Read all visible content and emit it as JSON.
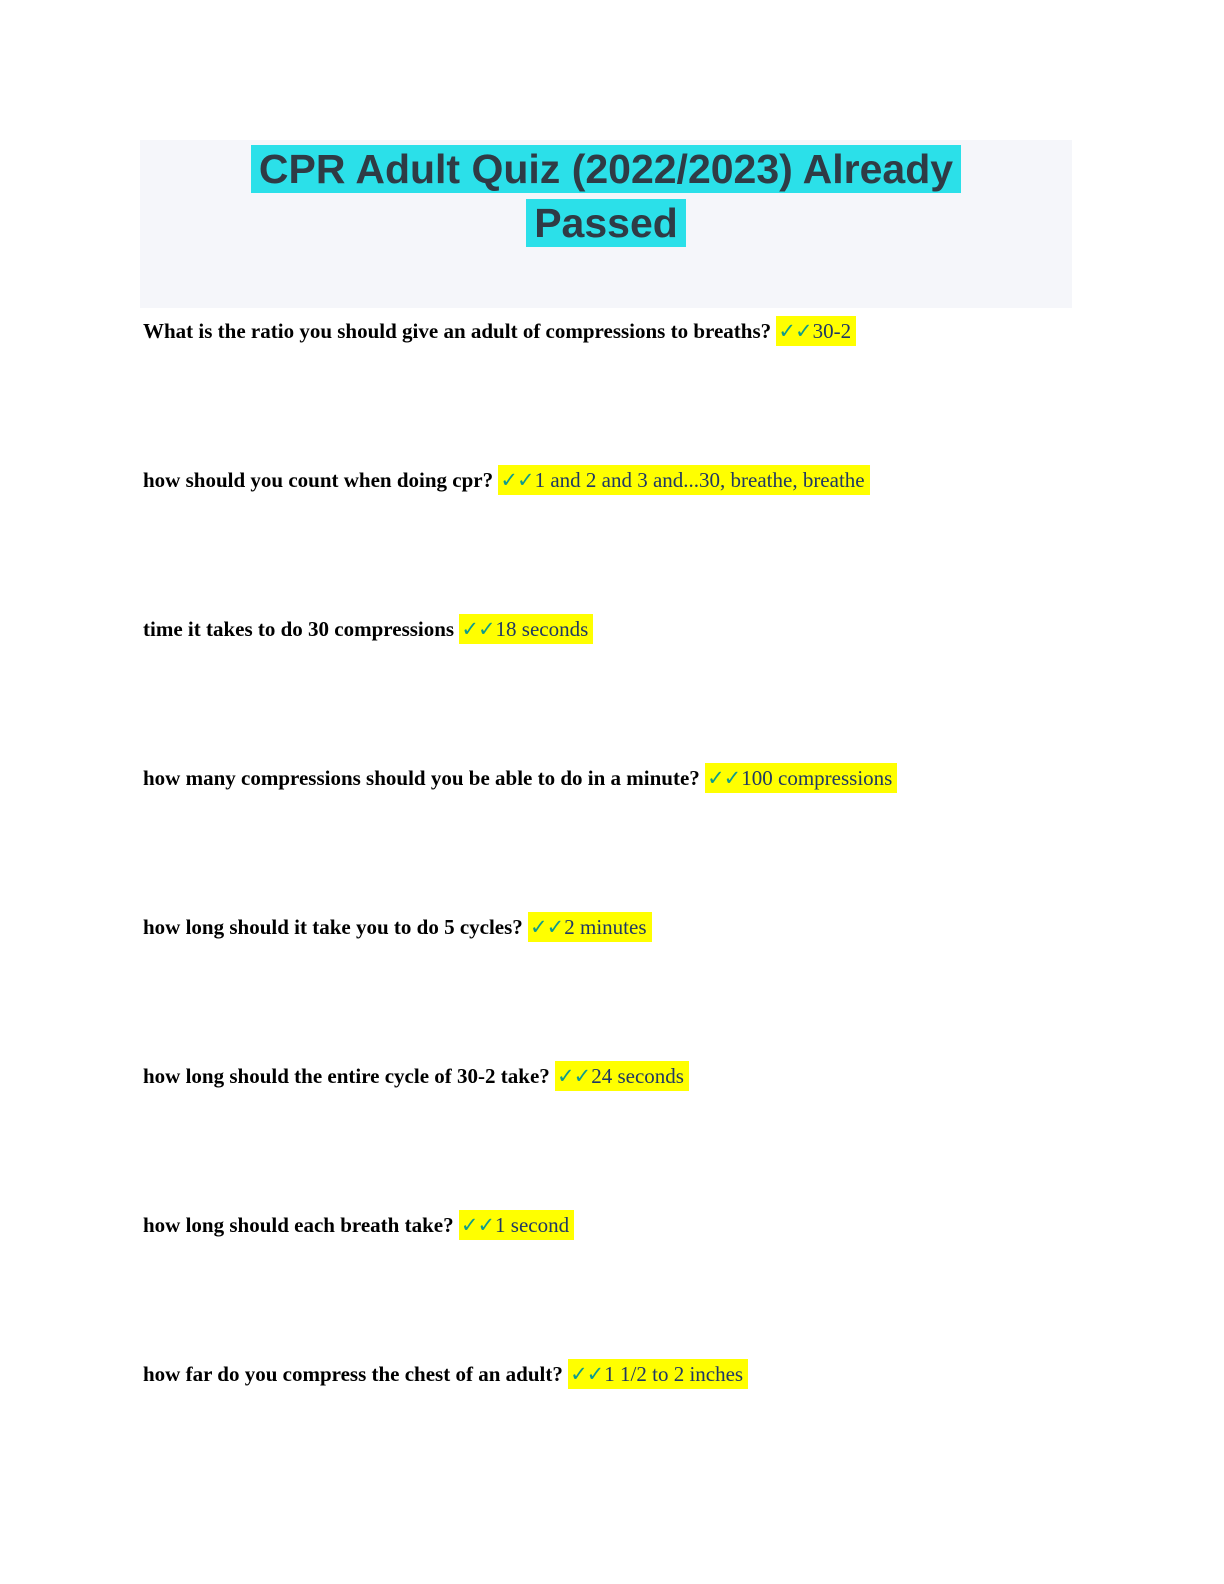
{
  "title": {
    "line1": "CPR Adult Quiz (2022/2023) Already",
    "line2": "Passed"
  },
  "colors": {
    "title_highlight": "#2be0e9",
    "answer_highlight": "#ffff00",
    "answer_text": "#1f3864",
    "checkmark": "#0e9b8d",
    "header_background": "#f5f6fa"
  },
  "qa": [
    {
      "question": "What is the ratio you should give an adult of compressions to breaths? ",
      "checks": "✓✓",
      "answer": "30-2"
    },
    {
      "question": "how should you count when doing cpr? ",
      "checks": "✓✓",
      "answer": "1 and 2 and 3 and...30, breathe, breathe"
    },
    {
      "question": "time it takes to do 30 compressions ",
      "checks": "✓✓",
      "answer": "18 seconds"
    },
    {
      "question": "how many compressions should you be able to do in a minute? ",
      "checks": "✓✓",
      "answer": "100 compressions"
    },
    {
      "question": "how long should it take you to do 5 cycles? ",
      "checks": "✓✓",
      "answer": "2 minutes"
    },
    {
      "question": "how long should the entire cycle of 30-2 take? ",
      "checks": "✓✓",
      "answer": "24 seconds"
    },
    {
      "question": "how long should each breath take? ",
      "checks": "✓✓",
      "answer": "1 second"
    },
    {
      "question": "how far do you compress the chest of an adult? ",
      "checks": "✓✓",
      "answer": "1 1/2 to 2 inches"
    }
  ]
}
